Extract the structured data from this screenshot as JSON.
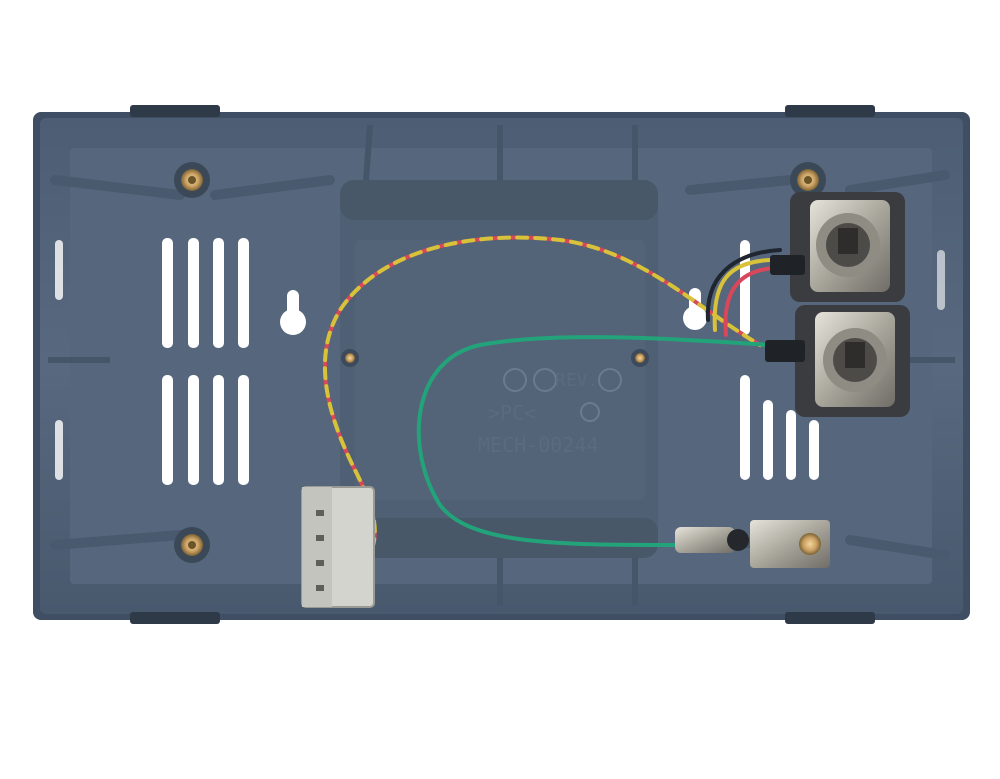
{
  "photo": {
    "background_color": "#ffffff",
    "enclosure_color": "#55667c",
    "enclosure_shadow_color": "#3e4c60",
    "enclosure_highlight_color": "#6a7a90",
    "molded_text": {
      "part_number": "MECH-00244",
      "material": ">PC<",
      "revision": "REV."
    },
    "wires": {
      "twisted_pair_colors": [
        "#d8c23a",
        "#d9475a"
      ],
      "ground_wire_color": "#23a37a"
    },
    "components": [
      {
        "name": "xlr-connector-top",
        "icon": "xlr-jack-icon"
      },
      {
        "name": "xlr-connector-bottom",
        "icon": "xlr-jack-icon"
      },
      {
        "name": "terminal-block",
        "icon": "terminal-block-icon"
      },
      {
        "name": "ground-lug",
        "icon": "ground-lug-icon"
      }
    ]
  }
}
